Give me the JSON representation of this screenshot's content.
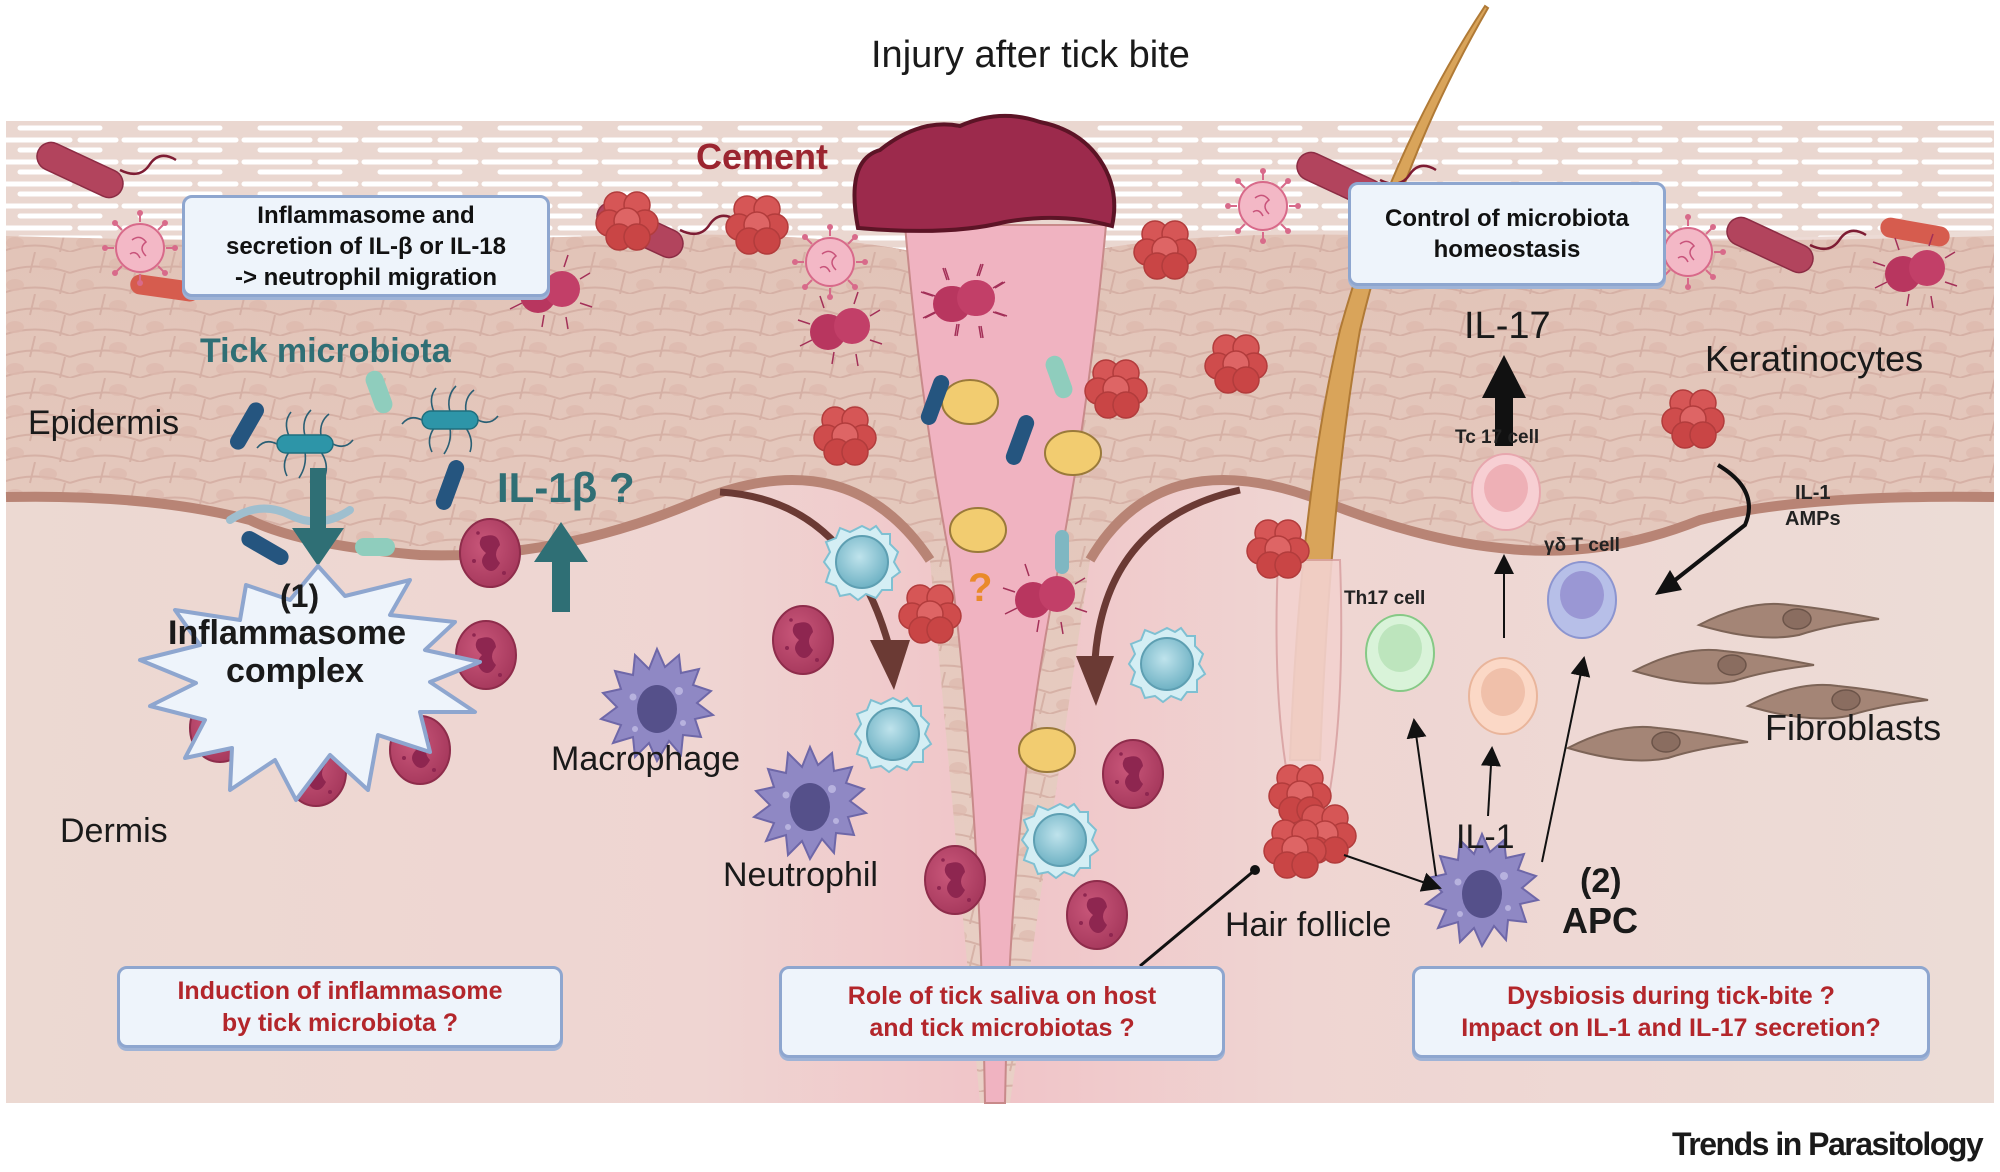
{
  "title": "Injury after tick bite",
  "labels": {
    "cement": "Cement",
    "epidermis": "Epidermis",
    "dermis": "Dermis",
    "tick_microbiota": "Tick microbiota",
    "il1b": "IL-1β ?",
    "keratinocytes": "Keratinocytes",
    "fibroblasts": "Fibroblasts",
    "il17": "IL-17",
    "tc17": "Tc 17 cell",
    "th17": "Th17 cell",
    "gdt": "γδ T cell",
    "il1_amps_line1": "IL-1",
    "il1_amps_line2": "AMPs",
    "il1": "IL-1",
    "apc_num": "(2)",
    "apc": "APC",
    "hair_follicle": "Hair follicle",
    "macrophage": "Macrophage",
    "neutrophil": "Neutrophil",
    "question": "?",
    "inflammasome_num": "(1)",
    "inflammasome_line1": "Inflammasome",
    "inflammasome_line2": "complex"
  },
  "boxes": {
    "inflammasome_secretion": [
      "Inflammasome and",
      "secretion of IL-β or IL-18",
      "-> neutrophil migration"
    ],
    "microbiota_control": [
      "Control of microbiota",
      "homeostasis"
    ],
    "induction_question": [
      "Induction of inflammasome",
      "by tick microbiota ?"
    ],
    "saliva_question": [
      "Role of tick saliva on host",
      "and tick microbiotas ?"
    ],
    "dysbiosis_question": [
      "Dysbiosis during tick-bite ?",
      "Impact on IL-1 and IL-17 secretion?"
    ]
  },
  "journal": "Trends in Parasitology",
  "colors": {
    "teal": "#2f6f75",
    "question_red": "#b3262b",
    "cement": "#9c2a4c",
    "cement_label": "#9b2530",
    "question_orange": "#e98a2a"
  }
}
